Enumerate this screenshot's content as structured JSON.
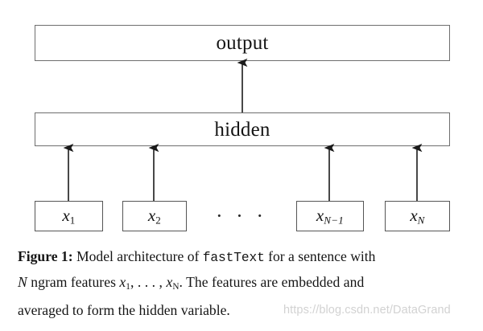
{
  "figure": {
    "layers": [
      {
        "id": "output",
        "label": "output"
      },
      {
        "id": "hidden",
        "label": "hidden"
      }
    ],
    "tokens": [
      {
        "id": "x1",
        "base": "x",
        "sub": "1"
      },
      {
        "id": "x2",
        "base": "x",
        "sub": "2"
      },
      {
        "id": "xNm1",
        "base": "x",
        "sub": "N−1"
      },
      {
        "id": "xN",
        "base": "x",
        "sub": "N"
      }
    ],
    "ellipsis": "· · ·",
    "arrow_color": "#1a1a1a",
    "box_border_color": "#6e6e6e"
  },
  "caption": {
    "figure_label": "Figure 1:",
    "line1_before_mono": " Model architecture of ",
    "mono_term": "fastText",
    "line1_after_mono": " for a sentence with",
    "line2_part1": "N",
    "line2_part2": " ngram features ",
    "line2_math_x1_base": "x",
    "line2_math_x1_sub": "1",
    "line2_math_sep": ", . . . , ",
    "line2_math_xN_base": "x",
    "line2_math_xN_sub": "N",
    "line2_part3": ". The features are embedded and",
    "line3": "averaged to form the hidden variable."
  },
  "watermark": {
    "text": "https://blog.csdn.net/DataGrand"
  }
}
